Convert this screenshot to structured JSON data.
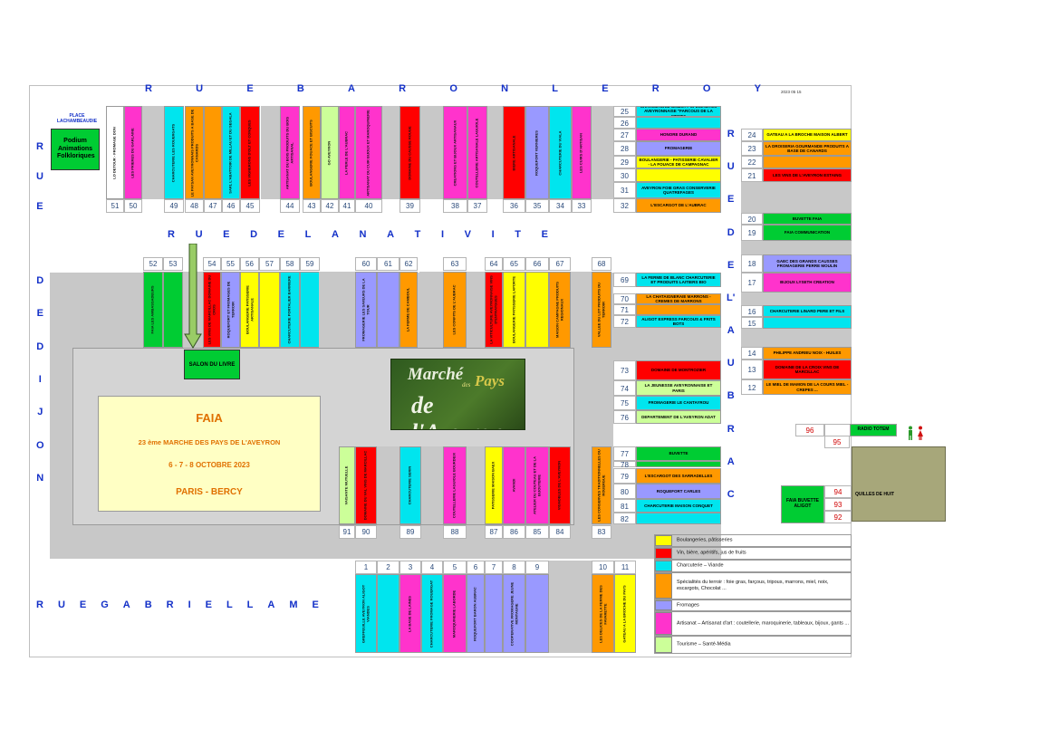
{
  "title": "Marché des Pays de l'Aveyron",
  "date_stamp": "2023 05 15",
  "streets": {
    "baron_le_roy": [
      "R",
      "U",
      "E",
      "B",
      "A",
      "R",
      "O",
      "N",
      "L",
      "E",
      "R",
      "O",
      "Y"
    ],
    "nativite": [
      "R",
      "U",
      "E",
      "D",
      "E",
      "L",
      "A",
      "N",
      "A",
      "T",
      "I",
      "V",
      "I",
      "T",
      "E"
    ],
    "gabriel_lame": [
      "R",
      "U",
      "E",
      "G",
      "A",
      "B",
      "R",
      "I",
      "E",
      "L",
      "L",
      "A",
      "M",
      "E"
    ],
    "rue_left": [
      "R",
      "U",
      "E"
    ],
    "de_dijon": [
      "D",
      "E",
      "D",
      "I",
      "J",
      "O",
      "N"
    ],
    "de_lauba": [
      "R",
      "U",
      "E",
      "D",
      "E",
      "L'",
      "A",
      "U",
      "B",
      "R",
      "A",
      "C"
    ]
  },
  "place": {
    "name": "PLACE LACHAMBEAUDIE",
    "podium": "Podium Animations Folkloriques"
  },
  "salon": "SALON DU LIVRE",
  "logo": {
    "line1": "Marché",
    "line2": "des",
    "line3": "Pays",
    "line4": "de l'Aveyron"
  },
  "faia_box": {
    "title": "FAIA",
    "edition": "23 ème MARCHE DES PAYS DE L'AVEYRON",
    "dates": "6 - 7 - 8 OCTOBRE 2023",
    "place": "PARIS - BERCY"
  },
  "top_row": [
    {
      "num": "51",
      "color": "#ffffff",
      "label": "LO DETOUR - FROMAGE DON"
    },
    {
      "num": "50",
      "color": "#ff33cc",
      "label": "LES PRIERES DU GARLAINE"
    },
    {
      "num": "49",
      "color": "#00e5ee",
      "label": "CHARCUTERIE LES ROUERGATS"
    },
    {
      "num": "48",
      "color": "#ff9900",
      "label": "LE PAYSAN AVEYRONNAIS PRODUITS A BASE DE CANARDS"
    },
    {
      "num": "47",
      "color": "#ff9900",
      "label": ""
    },
    {
      "num": "46",
      "color": "#00e5ee",
      "label": "SARL L'ABATTOIR DE MILLAU ET DU SEGALA"
    },
    {
      "num": "45",
      "color": "#ff0000",
      "label": "LES VIGNERONS D'OLT ET CONQUES"
    },
    {
      "num": "44",
      "color": "#ff33cc",
      "label": "ARTISANAT DU BOIS PRODUITS DU BOIS ARTISANAL"
    },
    {
      "num": "43",
      "color": "#ff9900",
      "label": "BOULANGERIE FOUACE ET BISCUITS"
    },
    {
      "num": "42",
      "color": "#ccff99",
      "label": "GO AVEYRON"
    },
    {
      "num": "41",
      "color": "#ff33cc",
      "label": "LA PERLE DE L'AUBRAC"
    },
    {
      "num": "40",
      "color": "#ff33cc",
      "label": "ARTISANAT DU CUIR BIJOUX ET MAROQUINERIE"
    },
    {
      "num": "39",
      "color": "#ff0000",
      "label": "DOMAINE DU CAUSSE ROUGE"
    },
    {
      "num": "38",
      "color": "#ff33cc",
      "label": "CREATIONS ET BIJOUX ARTISANAUX"
    },
    {
      "num": "37",
      "color": "#ff33cc",
      "label": "COUTELLERIE ARTISANALE LAGUIOLE"
    },
    {
      "num": "36",
      "color": "#ff0000",
      "label": "BIERE ARTISANALE"
    },
    {
      "num": "35",
      "color": "#9999ff",
      "label": "ROQUEFORT VERNIERES"
    },
    {
      "num": "34",
      "color": "#00e5ee",
      "label": "CHARCUTERIE DU VIALA"
    },
    {
      "num": "33",
      "color": "#ff33cc",
      "label": "LES CUIRS D'ARTISAN"
    }
  ],
  "right_top": [
    {
      "num": "25",
      "color": "#00e5ee",
      "label": "CHARCUTERIE GINESTY SPECIALITES AVEYRONNAISE \"FARCOUS DE LA MEME\""
    },
    {
      "num": "26",
      "color": "#00e5ee",
      "label": ""
    },
    {
      "num": "27",
      "color": "#ff33cc",
      "label": "HONORE DURAND"
    },
    {
      "num": "28",
      "color": "#9999ff",
      "label": "FROMAGERIE"
    },
    {
      "num": "29",
      "color": "#ffff00",
      "label": "BOULANGERIE - PATISSERIE CAVALIER - LA FOUACE DE CAMPAGNAC"
    },
    {
      "num": "30",
      "color": "#ffff00",
      "label": ""
    },
    {
      "num": "31",
      "color": "#00e5ee",
      "label": "AVEYRON FOIE GRAS CONSERVERIE QUATREFAGES"
    },
    {
      "num": "32",
      "color": "#ff9900",
      "label": "L'ESCARGOT DE L'AUBRAC"
    }
  ],
  "nat_row": [
    {
      "num": "52",
      "color": "#00cc33",
      "label": "FAIA LES AMBASSADEURS"
    },
    {
      "num": "53",
      "color": "#00cc33",
      "label": ""
    },
    {
      "num": "54",
      "color": "#ff0000",
      "label": "LES VINS DE MARCILLAC DOMAINE DU CROS"
    },
    {
      "num": "55",
      "color": "#9999ff",
      "label": "ROQUEFORT ET FROMAGES DE TERROIR"
    },
    {
      "num": "56",
      "color": "#ffff00",
      "label": "BOULANGERIE PATISSERIE ARTISANALE"
    },
    {
      "num": "57",
      "color": "#ffff00",
      "label": ""
    },
    {
      "num": "58",
      "color": "#00e5ee",
      "label": "CHARCUTERIE PORTALIER BARRIERE"
    },
    {
      "num": "59",
      "color": "#00e5ee",
      "label": ""
    },
    {
      "num": "60",
      "color": "#9999ff",
      "label": "FROMAGERIE LES SAVEURS DE LA TOUR"
    },
    {
      "num": "61",
      "color": "#9999ff",
      "label": ""
    },
    {
      "num": "62",
      "color": "#ff9900",
      "label": "LA FERME DE CAMBOUL"
    },
    {
      "num": "63",
      "color": "#ff9900",
      "label": "LES CONFITS DE L'AUBRAC"
    },
    {
      "num": "64",
      "color": "#ff0000",
      "label": "LA VITICULTURE AVEYRONNAISE VINS D'ENTRAYGUES"
    },
    {
      "num": "65",
      "color": "#ffff00",
      "label": "BOULANGERIE PATISSERIE LAPORTE"
    },
    {
      "num": "66",
      "color": "#ffff00",
      "label": ""
    },
    {
      "num": "67",
      "color": "#ff9900",
      "label": "MAISON CAMPAGNE PRODUITS REGIONAUX"
    },
    {
      "num": "68",
      "color": "#ff9900",
      "label": "VALLEE DU LOT PRODUITS DU TERROIR"
    }
  ],
  "right_mid": [
    {
      "num": "69",
      "color": "#00e5ee",
      "label": "LA FERME DE BLANC CHARCUTERIE ET PRODUITS LAITIERS BIO"
    },
    {
      "num": "70",
      "color": "#ff9900",
      "label": "LA CHATAIGNERAIE MARRONS - CREMES DE MARRONS"
    },
    {
      "num": "71",
      "color": "#ff9900",
      "label": ""
    },
    {
      "num": "72",
      "color": "#00e5ee",
      "label": "ALIGOT EXPRESS FARCOUS & FRITS BOTS"
    },
    {
      "num": "73",
      "color": "#ff0000",
      "label": "DOMAINE DE MONTROZIER"
    },
    {
      "num": "74",
      "color": "#ccff99",
      "label": "LA JEUNESSE AVEYRONNAISE ET PARIS"
    },
    {
      "num": "75",
      "color": "#00e5ee",
      "label": "FROMAGERIE LE CANTAYROU"
    },
    {
      "num": "76",
      "color": "#ccff99",
      "label": "DEPARTEMENT DE L'AVEYRON ADAT"
    }
  ],
  "right_low": [
    {
      "num": "77",
      "color": "#00cc33",
      "label": "BUVETTE"
    },
    {
      "num": "78",
      "color": "#00cc33",
      "label": ""
    },
    {
      "num": "79",
      "color": "#ff9900",
      "label": "L'ESCARGOT DES SARRADELLES"
    },
    {
      "num": "80",
      "color": "#9999ff",
      "label": "ROQUEFORT CARLES"
    },
    {
      "num": "81",
      "color": "#00e5ee",
      "label": "CHARCUTERIE MAISON CONQUET"
    },
    {
      "num": "82",
      "color": "#00e5ee",
      "label": ""
    }
  ],
  "bottom_inner": [
    {
      "num": "91",
      "color": "#ccff99",
      "label": "VAISANTE MUTUELLE"
    },
    {
      "num": "90",
      "color": "#ff0000",
      "label": "DOMAINE DU VAL VINS DE MARCILLAC"
    },
    {
      "num": "89",
      "color": "#00e5ee",
      "label": "CHARCUTERIE SERIN"
    },
    {
      "num": "88",
      "color": "#ff33cc",
      "label": "COUTELLERIE LAGUIOLE BOURDEIX"
    },
    {
      "num": "87",
      "color": "#ffff00",
      "label": "PATISSERIE MAISON BAEX"
    },
    {
      "num": "86",
      "color": "#ff33cc",
      "label": "AVANDI"
    },
    {
      "num": "85",
      "color": "#ff33cc",
      "label": "ATELIER DU COUTEAU ET DE LA BIJOUTERIE"
    },
    {
      "num": "84",
      "color": "#ff0000",
      "label": "VIGNOBLES DE L'AVEYRON"
    },
    {
      "num": "83",
      "color": "#ff9900",
      "label": "LES CONSERVES TRADITIONNELLES DU ROUERGUE"
    }
  ],
  "bottom_outer": [
    {
      "num": "1",
      "color": "#00e5ee",
      "label": "GREFFEUILLE AVEYRON ALIGOT VIANDES"
    },
    {
      "num": "2",
      "color": "#00e5ee",
      "label": ""
    },
    {
      "num": "3",
      "color": "#ff33cc",
      "label": "LA BASE DE LAINES"
    },
    {
      "num": "4",
      "color": "#00e5ee",
      "label": "CHARCUTERIE FROMAGE ROUERGAT"
    },
    {
      "num": "5",
      "color": "#ff33cc",
      "label": "MAROQUINERIE LABORDE"
    },
    {
      "num": "6",
      "color": "#9999ff",
      "label": "ROQUEFORT BARON AUBRAC"
    },
    {
      "num": "7",
      "color": "#9999ff",
      "label": ""
    },
    {
      "num": "8",
      "color": "#9999ff",
      "label": "COOPERATIVE FROMAGERE JEUNE MONTAGNE"
    },
    {
      "num": "9",
      "color": "#9999ff",
      "label": ""
    },
    {
      "num": "10",
      "color": "#ff9900",
      "label": "LES DELICES DE LA FERME DES FAVARETTE"
    },
    {
      "num": "11",
      "color": "#ffff00",
      "label": "GATEAU A LA BROCHE DU PAYS"
    }
  ],
  "aubrac_col": [
    {
      "num": "24",
      "color": "#ffff00",
      "label": "GATEAU A LA BROCHE MAISON ALBERT"
    },
    {
      "num": "23",
      "color": "#ff9900",
      "label": "LA DROISERIA GOURMANDE PRODUITS A BASE DE CANARDS"
    },
    {
      "num": "22",
      "color": "#ff9900",
      "label": ""
    },
    {
      "num": "21",
      "color": "#ff0000",
      "label": "LES VINS DE L'AVEYRON ESTAING"
    },
    {
      "num": "20",
      "color": "#00cc33",
      "label": "BUVETTE FAIA"
    },
    {
      "num": "19",
      "color": "#00cc33",
      "label": "FAIA COMMUNICATION"
    },
    {
      "num": "18",
      "color": "#9999ff",
      "label": "GAEC DES GRANDS CAUSSES FROMAGERIE PERRE MOULIN"
    },
    {
      "num": "17",
      "color": "#ff33cc",
      "label": "BIJOUX LYSETH CREATION"
    },
    {
      "num": "16",
      "color": "#00e5ee",
      "label": "CHARCUTERIE LINARD PERE ET FILS"
    },
    {
      "num": "15",
      "color": "#00e5ee",
      "label": ""
    },
    {
      "num": "14",
      "color": "#ff9900",
      "label": "PHILIPPE ANDRIEU NOIX - HUILES"
    },
    {
      "num": "13",
      "color": "#ff0000",
      "label": "DOMAINE DE LA CROIX VINS DE MARCILLAC"
    },
    {
      "num": "12",
      "color": "#ff9900",
      "label": "LE MIEL DE MAMON DE LA COURS MIEL - CREPES ..."
    }
  ],
  "radio": {
    "n96": "96",
    "n95": "95",
    "label": "RADIO TOTEM"
  },
  "quilles": {
    "n94": "94",
    "n93": "93",
    "n92": "92",
    "faia": "FAIA BUVETTE ALIGOT",
    "label": "QUILLES DE HUIT"
  },
  "legend": [
    {
      "color": "#ffff00",
      "text": "Boulangeries, pâtisseries"
    },
    {
      "color": "#ff0000",
      "text": "Vin, bière, apéritifs, jus de fruits"
    },
    {
      "color": "#00e5ee",
      "text": "Charcuterie – Viande"
    },
    {
      "color": "#ff9900",
      "text": "Spécialités du terroir : foie gras, farçous, tripous, marrons, miel, noix, escargots, Chocolat ..."
    },
    {
      "color": "#9999ff",
      "text": "Fromages"
    },
    {
      "color": "#ff33cc",
      "text": "Artisanat – Artisanat d'art : coutellerie, maroquinerie, tableaux, bijoux, gants ..."
    },
    {
      "color": "#ccff99",
      "text": "Tourisme – Santé-Média"
    }
  ]
}
